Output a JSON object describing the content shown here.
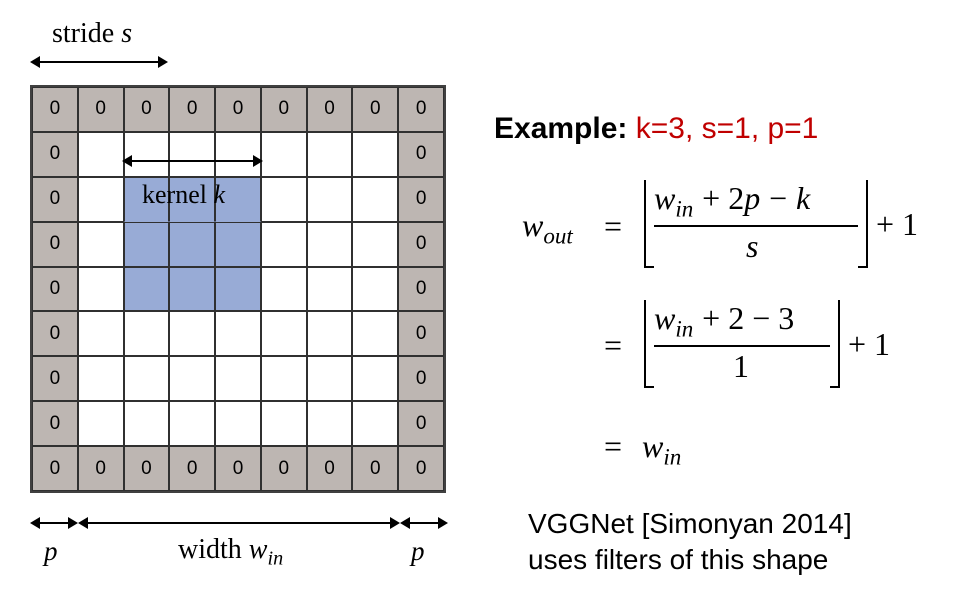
{
  "stride": {
    "text": "stride",
    "var": "s"
  },
  "kernel": {
    "text": "kernel",
    "var": "k"
  },
  "grid": {
    "rows": 9,
    "cols": 9,
    "pad_value": "0",
    "pad_color": "#bdb6b2",
    "kernel_color": "#98abd6"
  },
  "bottom_labels": {
    "p_left": "p",
    "width_text": "width",
    "width_var": "w",
    "width_sub": "in",
    "p_right": "p"
  },
  "example": {
    "label": "Example:",
    "params": "k=3, s=1, p=1",
    "params_color": "#c00000"
  },
  "formula": {
    "lhs_var": "w",
    "lhs_sub": "out",
    "eq": "=",
    "num1_var": "w",
    "num1_sub": "in",
    "num1_rest_a": "+ 2",
    "num1_p": "p",
    "num1_rest_b": "−",
    "num1_k": "k",
    "den1": "s",
    "plus1": "+ 1",
    "num2_var": "w",
    "num2_sub": "in",
    "num2_rest": "+ 2 − 3",
    "den2": "1",
    "plus2": "+ 1",
    "res_var": "w",
    "res_sub": "in"
  },
  "note": {
    "line1": "VGGNet [Simonyan 2014]",
    "line2": "uses filters of this shape"
  }
}
